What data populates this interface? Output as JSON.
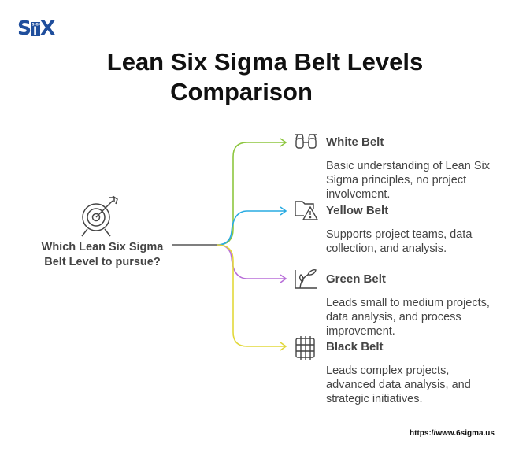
{
  "logo": {
    "text_s": "S",
    "text_i": "I",
    "text_x": "X",
    "sub": "SIGMA"
  },
  "title": {
    "line1": "Lean Six Sigma Belt Levels",
    "line2": "Comparison"
  },
  "question": {
    "line1": "Which Lean Six Sigma",
    "line2": "Belt Level to pursue?"
  },
  "belts": [
    {
      "name": "White Belt",
      "description": "Basic understanding of Lean Six Sigma principles, no project involvement.",
      "color": "#8dc63f",
      "icon": "binoculars-icon"
    },
    {
      "name": "Yellow Belt",
      "description": "Supports project teams, data collection, and analysis.",
      "color": "#29abe2",
      "icon": "folder-warning-icon"
    },
    {
      "name": "Green Belt",
      "description": "Leads small to medium projects, data analysis, and process improvement.",
      "color": "#b86fd8",
      "icon": "growth-chart-icon"
    },
    {
      "name": "Black Belt",
      "description": "Leads complex projects, advanced data analysis, and strategic initiatives.",
      "color": "#e2d83a",
      "icon": "abacus-icon"
    }
  ],
  "colors": {
    "brand": "#1f4e9c",
    "text": "#444444",
    "line": "#555555"
  },
  "footer": {
    "url": "https://www.6sigma.us"
  }
}
